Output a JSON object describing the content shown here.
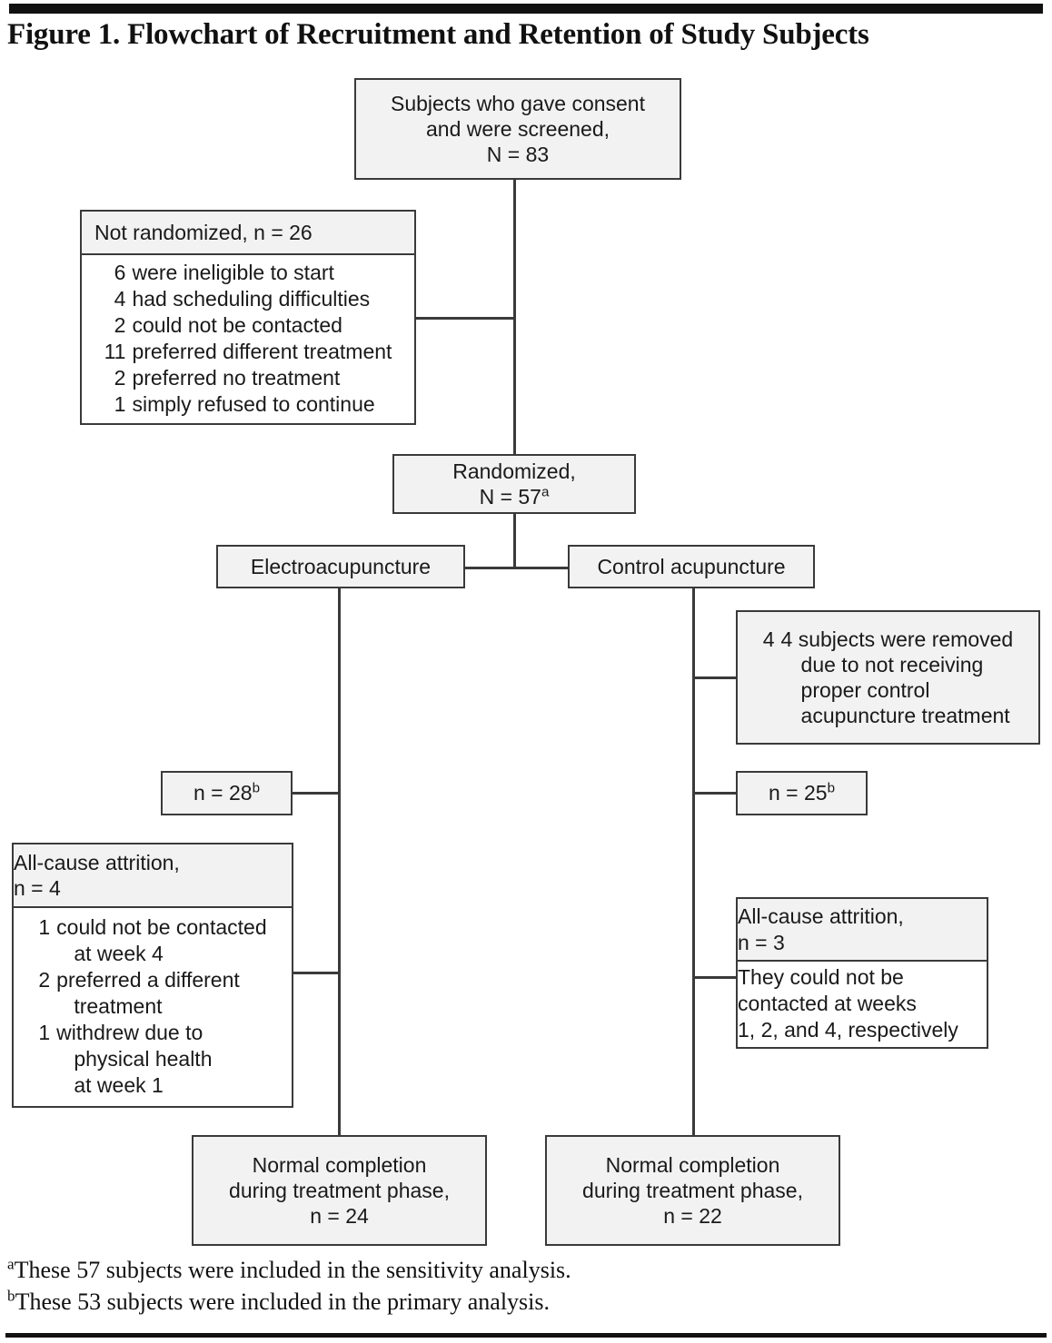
{
  "figure": {
    "title": "Figure 1. Flowchart of Recruitment and Retention of Study Subjects"
  },
  "nodes": {
    "screened": {
      "line1": "Subjects who gave consent",
      "line2": "and were screened,",
      "line3": "N = 83"
    },
    "not_randomized": {
      "header": "Not randomized, n = 26",
      "reasons": [
        {
          "n": "6",
          "text": "were ineligible to start"
        },
        {
          "n": "4",
          "text": "had scheduling difficulties"
        },
        {
          "n": "2",
          "text": "could not be contacted"
        },
        {
          "n": "11",
          "text": "preferred different treatment"
        },
        {
          "n": "2",
          "text": "preferred no treatment"
        },
        {
          "n": "1",
          "text": "simply refused to continue"
        }
      ]
    },
    "randomized": {
      "line1": "Randomized,",
      "line2_prefix": "N = 57",
      "line2_sup": "a"
    },
    "arm_left": {
      "label": "Electroacupuncture"
    },
    "arm_right": {
      "label": "Control acupuncture"
    },
    "removed": {
      "line1": "4 subjects were removed",
      "line2": "due to not receiving",
      "line3": "proper control",
      "line4": "acupuncture treatment"
    },
    "n_left": {
      "prefix": "n = 28",
      "sup": "b"
    },
    "n_right": {
      "prefix": "n = 25",
      "sup": "b"
    },
    "attrition_left": {
      "header_line1": "All-cause attrition,",
      "header_line2": "n = 4",
      "reasons": [
        {
          "n": "1",
          "text": "could not be contacted"
        },
        {
          "n": "",
          "text": "   at week 4"
        },
        {
          "n": "2",
          "text": "preferred a different"
        },
        {
          "n": "",
          "text": "   treatment"
        },
        {
          "n": "1",
          "text": "withdrew due to"
        },
        {
          "n": "",
          "text": "   physical health"
        },
        {
          "n": "",
          "text": "   at week 1"
        }
      ]
    },
    "attrition_right": {
      "header_line1": "All-cause attrition,",
      "header_line2": "n = 3",
      "body_line1": "They could not be",
      "body_line2": "contacted at weeks",
      "body_line3": "1, 2, and 4, respectively"
    },
    "complete_left": {
      "line1": "Normal completion",
      "line2": "during treatment phase,",
      "line3": "n = 24"
    },
    "complete_right": {
      "line1": "Normal completion",
      "line2": "during treatment phase,",
      "line3": "n = 22"
    }
  },
  "footnotes": {
    "a_marker": "a",
    "a_text": "These 57 subjects were included in the sensitivity analysis.",
    "b_marker": "b",
    "b_text": "These 53 subjects were included in the primary analysis."
  }
}
